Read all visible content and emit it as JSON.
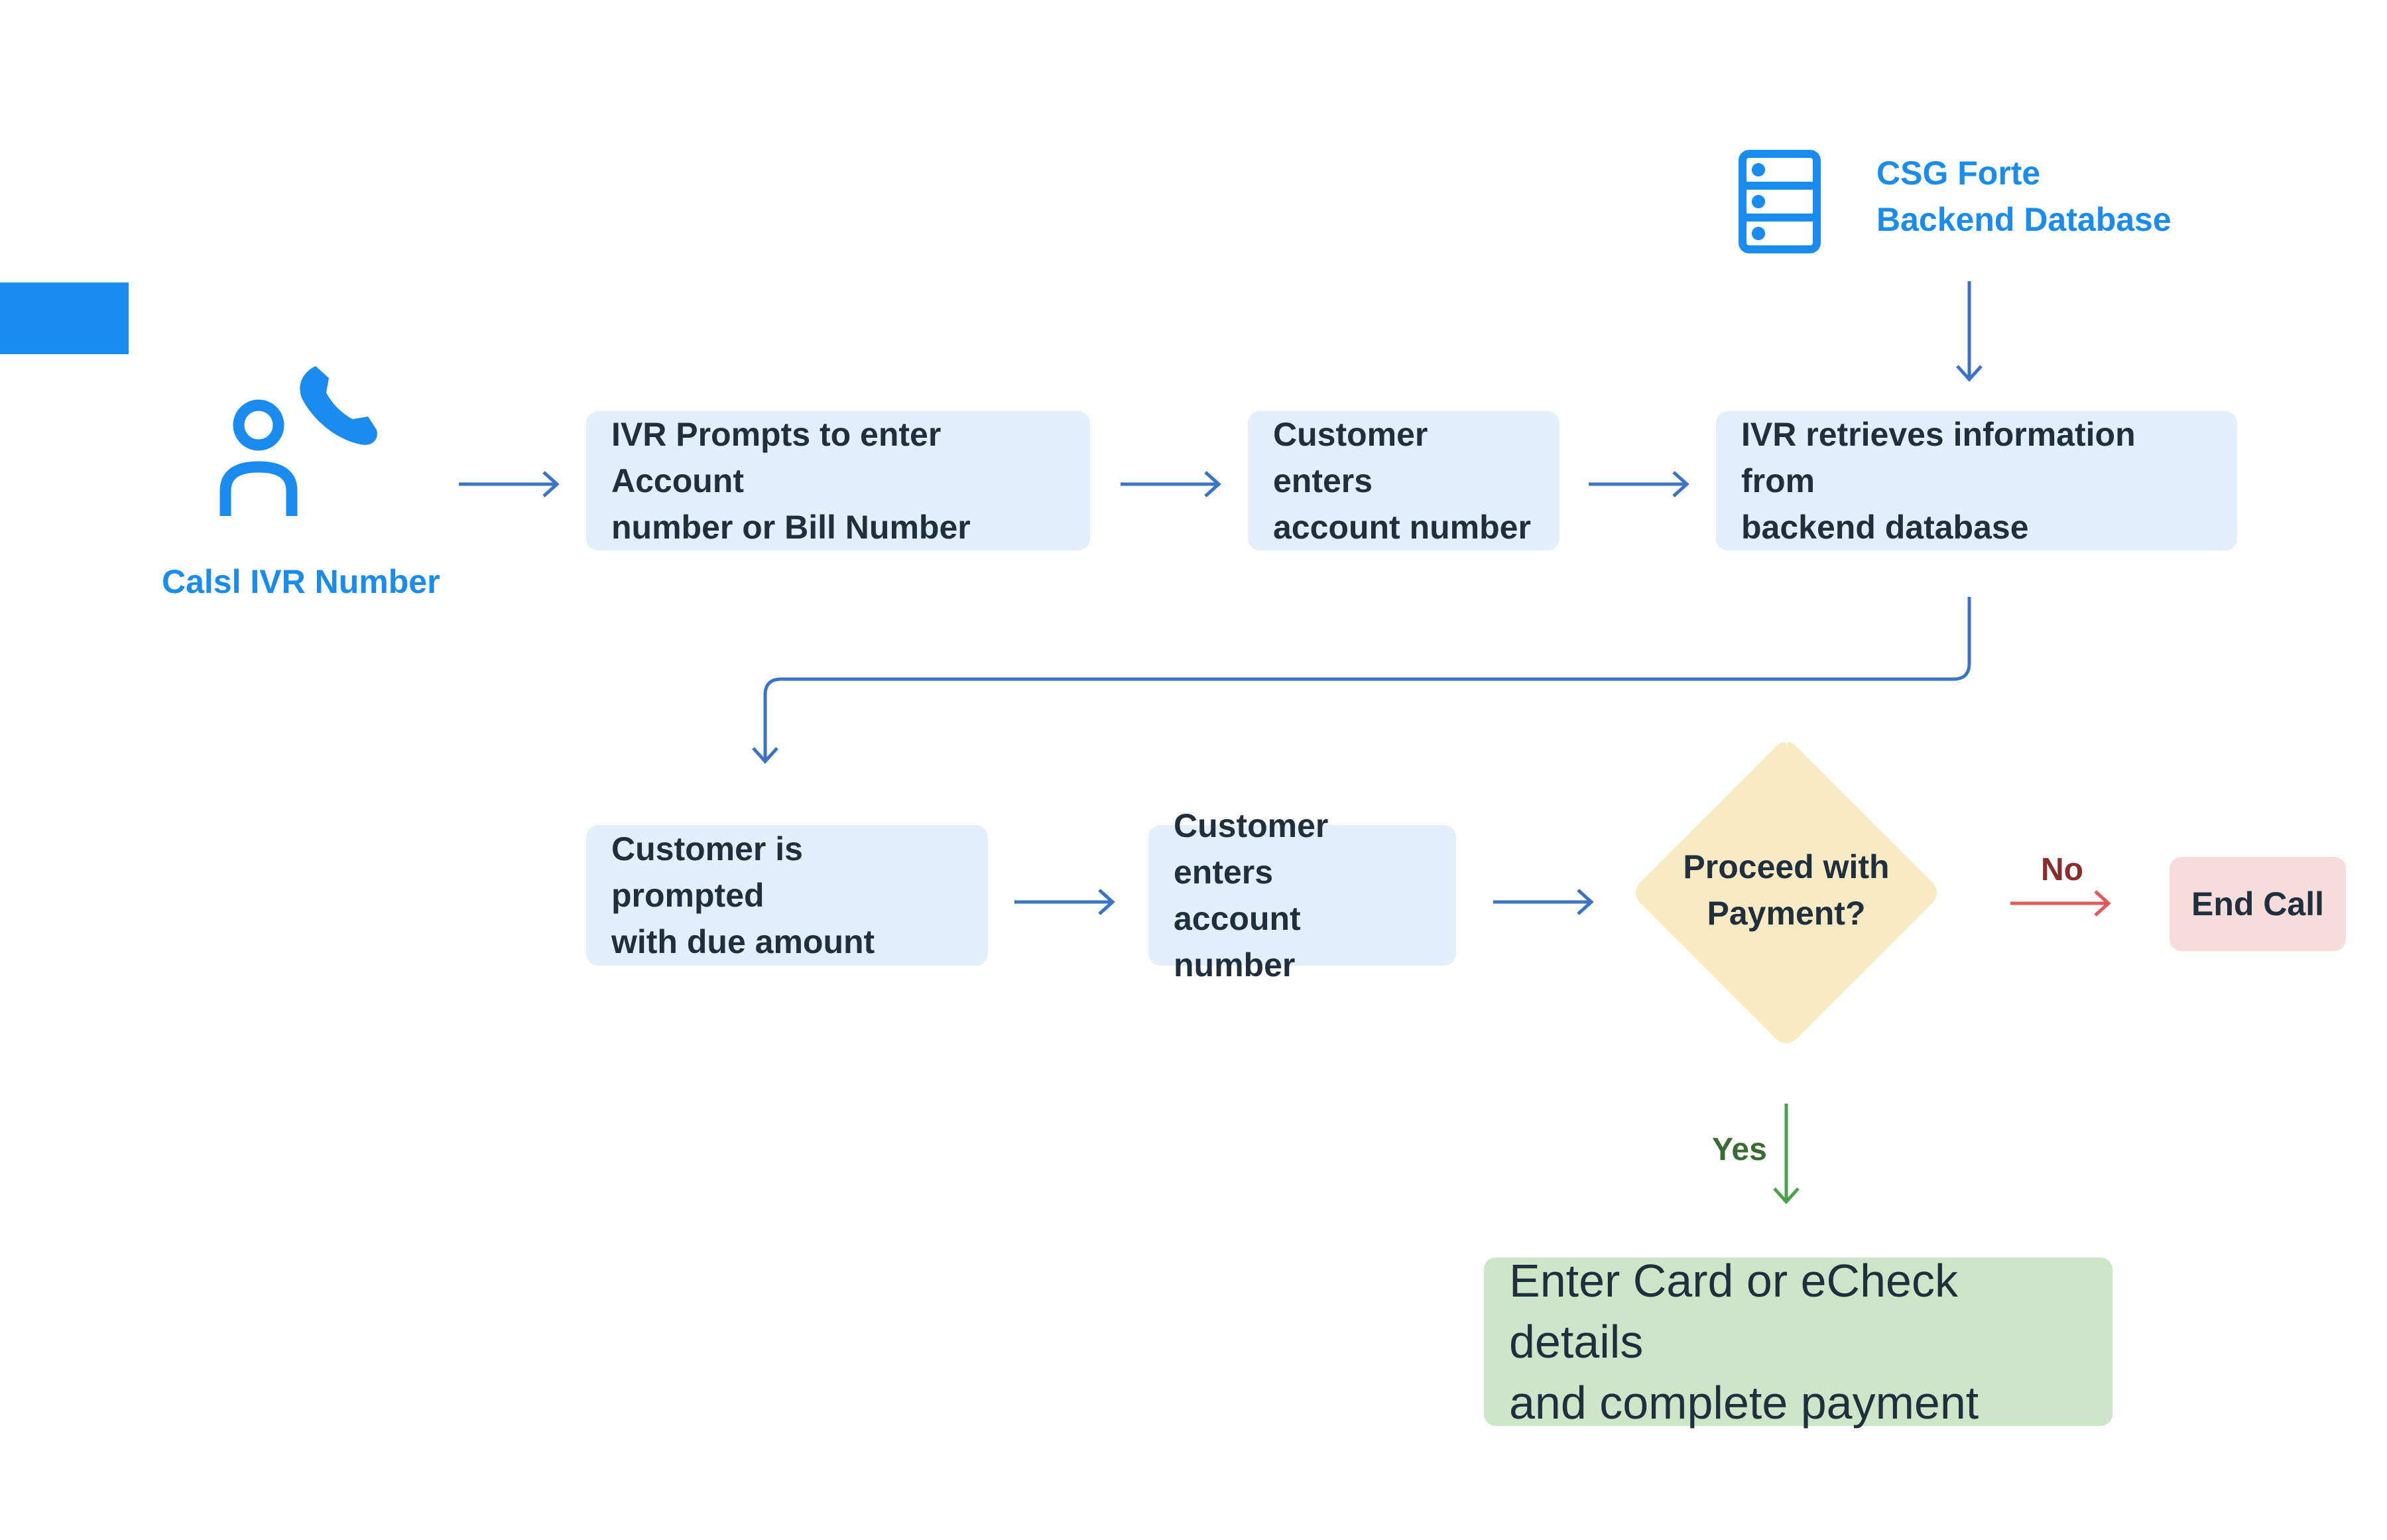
{
  "colors": {
    "accent_blue": "#1a8cf0",
    "connector_blue": "#3b74c4",
    "box_blue": "#e3f0fc",
    "decision_yellow": "#f8ebc4",
    "end_red_bg": "#f7dcdc",
    "no_red": "#e35a5a",
    "yes_green": "#4aa34a",
    "complete_green_bg": "#cbe7c8"
  },
  "icons": {
    "caller": "person-phone-icon",
    "database": "server-database-icon"
  },
  "start": {
    "label": "Calsl IVR Number"
  },
  "database": {
    "label": "CSG Forte\nBackend Database"
  },
  "steps": {
    "prompt_account": "IVR Prompts to enter Account\nnumber or Bill Number",
    "enters_account_1": "Customer enters\naccount number",
    "retrieves": "IVR retrieves information from\n backend database",
    "prompted_due": "Customer is prompted\nwith due amount",
    "enters_account_2": "Customer enters\naccount number"
  },
  "decision": {
    "question": "Proceed with\nPayment?",
    "no_label": "No",
    "yes_label": "Yes"
  },
  "end": {
    "label": "End Call"
  },
  "complete": {
    "label": "Enter Card or eCheck details\nand complete payment"
  }
}
